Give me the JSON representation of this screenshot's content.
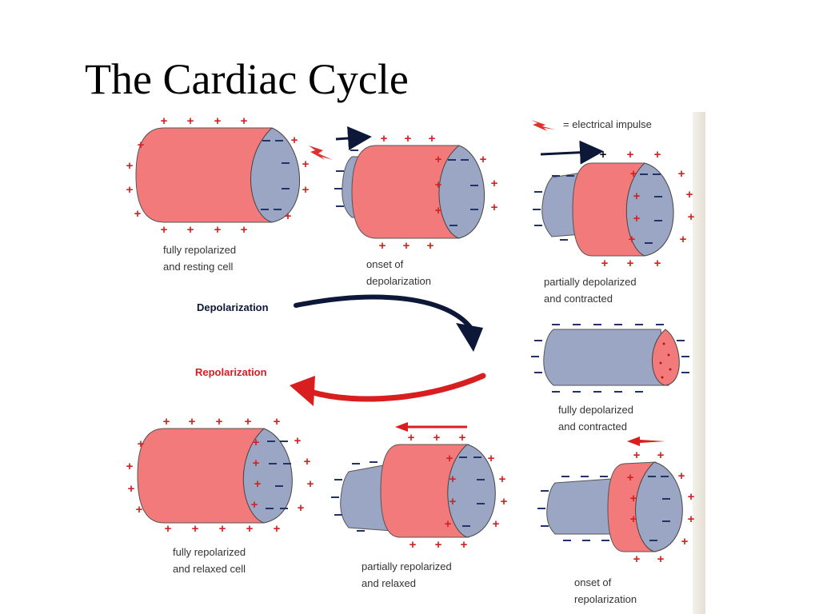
{
  "slide": {
    "title": "The Cardiac Cycle"
  },
  "legend": {
    "text": "= electrical impulse",
    "impulse_color": "#e0302a"
  },
  "colors": {
    "depolarized_membrane": "#f27a7a",
    "polarized_membrane": "#9aa6c4",
    "negative_sign": "#223366",
    "positive_sign": "#d62020",
    "depolarization_arrow": "#0d1838",
    "repolarization_arrow": "#d81e1e"
  },
  "flow": {
    "depolarization_label": "Depolarization",
    "repolarization_label": "Repolarization"
  },
  "stages": [
    {
      "caption_line1": "fully repolarized",
      "caption_line2": "and resting cell"
    },
    {
      "caption_line1": "onset of",
      "caption_line2": "depolarization"
    },
    {
      "caption_line1": "partially depolarized",
      "caption_line2": "and contracted"
    },
    {
      "caption_line1": "fully depolarized",
      "caption_line2": "and contracted"
    },
    {
      "caption_line1": "onset of",
      "caption_line2": "repolarization"
    },
    {
      "caption_line1": "partially repolarized",
      "caption_line2": "and relaxed"
    },
    {
      "caption_line1": "fully repolarized",
      "caption_line2": "and relaxed cell"
    }
  ]
}
